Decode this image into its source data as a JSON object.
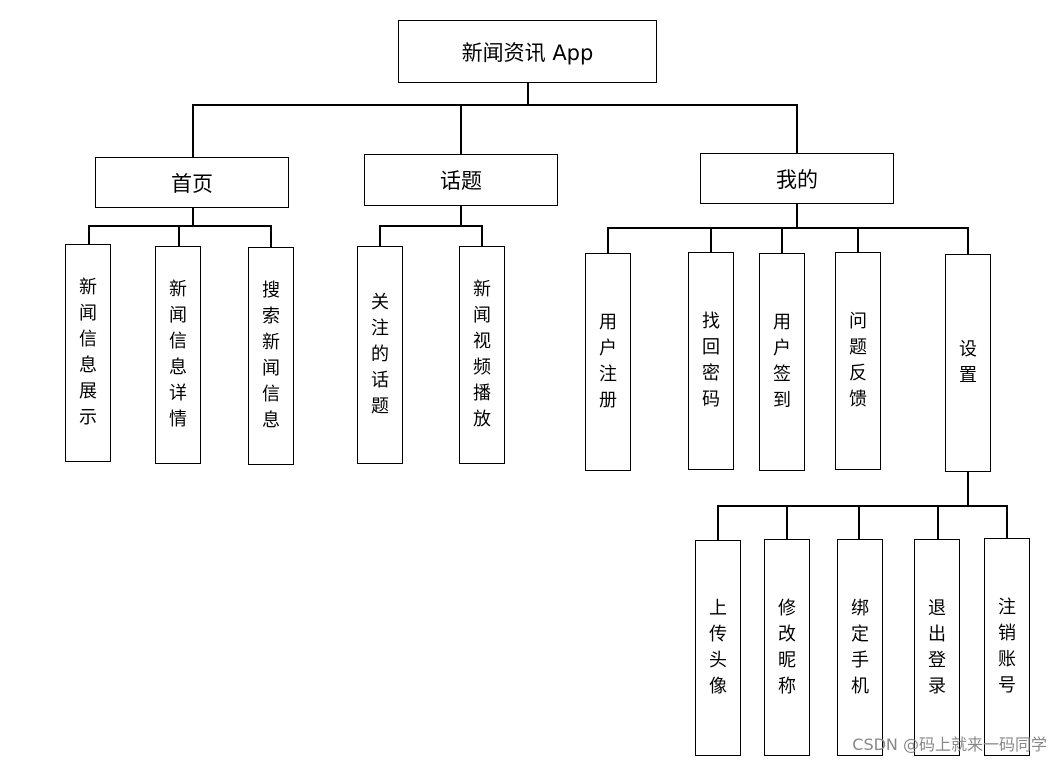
{
  "root": "新闻资讯 App",
  "sections": [
    {
      "label": "首页",
      "children": [
        "新闻信息展示",
        "新闻信息详情",
        "搜索新闻信息"
      ]
    },
    {
      "label": "话题",
      "children": [
        "关注的话题",
        "新闻视频播放"
      ]
    },
    {
      "label": "我的",
      "children": [
        "用户注册",
        "找回密码",
        "用户签到",
        "问题反馈",
        "设置"
      ]
    }
  ],
  "settings_children": [
    "上传头像",
    "修改昵称",
    "绑定手机",
    "退出登录",
    "注销账号"
  ],
  "watermark": "CSDN @码上就来一码同学"
}
